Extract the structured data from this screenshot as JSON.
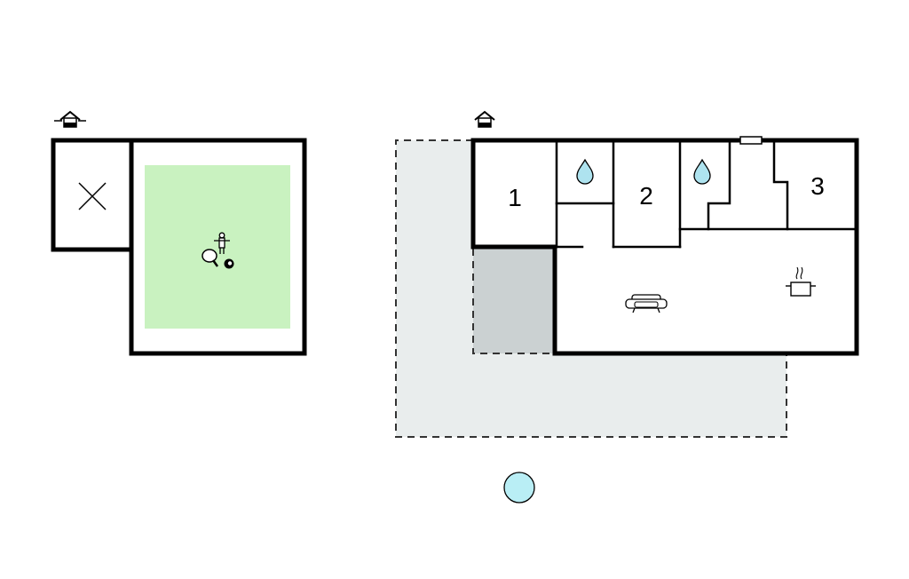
{
  "rooms": {
    "bedroom_1": {
      "label": "1"
    },
    "bedroom_2": {
      "label": "2"
    },
    "bedroom_3": {
      "label": "3"
    }
  },
  "colors": {
    "activity_room": "#c9f2c0",
    "terrace": "#e9eded",
    "carport": "#cbd1d2",
    "pool": "#b9eef5",
    "bathroom_drop": "#aee3ef"
  },
  "icons": {
    "entrance": "house-entrance-icon",
    "storage": "cross-icon",
    "activity": [
      "table-tennis-icon",
      "table-football-icon",
      "billiard-ball-icon"
    ],
    "bathroom": "water-drop-icon",
    "living": "sofa-icon",
    "kitchen": "cooking-pot-icon",
    "pool": "pool-circle-icon",
    "window": "skylight-icon"
  }
}
